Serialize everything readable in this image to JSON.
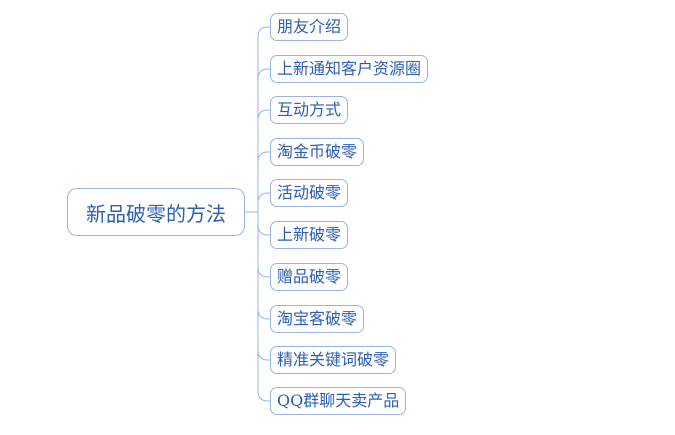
{
  "mindmap": {
    "root": "新品破零的方法",
    "children": [
      "朋友介绍",
      "上新通知客户资源圈",
      "互动方式",
      "淘金币破零",
      "活动破零",
      "上新破零",
      "赠品破零",
      "淘宝客破零",
      "精准关键词破零",
      "QQ群聊天卖产品"
    ],
    "colors": {
      "line": "#9ab4e0",
      "border": "#9ab4e0",
      "text": "#2d5eb4",
      "background": "#ffffff"
    }
  }
}
